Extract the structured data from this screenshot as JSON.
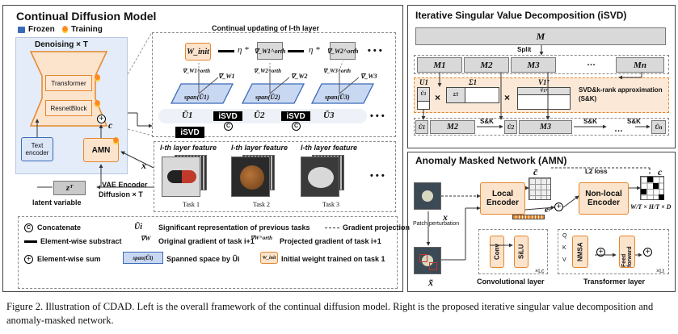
{
  "left": {
    "title": "Continual Diffusion Model",
    "frozen": "Frozen",
    "training": "Training",
    "denoising": "Denoising × T",
    "transformer": "Transformer",
    "resnet": "ResnetBlock",
    "c_label": "c",
    "text_encoder": "Text encoder",
    "amn": "AMN",
    "x_label": "x",
    "zt": "zᵀ",
    "vae": "VAE Encoder",
    "diffusion": "Diffusion × T",
    "latent": "latent variable",
    "continual_title": "Continual updating of l-th layer",
    "w_init": "W_init",
    "eta1": "η *",
    "eta2": "η *",
    "grad_w1": "∇_W1^orth",
    "grad_w2": "∇_W2^orth",
    "grad_raw1": "∇_W1",
    "grad_raw2": "∇_W2",
    "grad_raw3": "∇_W3",
    "grad_o1": "∇_W1^orth",
    "grad_o2": "∇_W2^orth",
    "grad_o3": "∇_W3^orth",
    "span1": "span(Ũ1)",
    "span2": "span(Ũ2)",
    "span3": "span(Ũ3)",
    "u1": "Ũ1",
    "u2": "Ũ2",
    "u3": "Ũ3",
    "isvd": "iSVD",
    "dots": "• • •",
    "feature": "l-th layer feature",
    "task1": "Task 1",
    "task2": "Task 2",
    "task3": "Task 3"
  },
  "legend": {
    "concat": "Concatenate",
    "sig": "Significant representation of previous tasks",
    "gradproj": "Gradient projection",
    "elem_sub": "Element-wise substract",
    "orig_grad": "Original gradient of task i+1",
    "proj_grad": "Projected gradient of task i+1",
    "elem_sum": "Element-wise sum",
    "spanned": "Spanned space by Ũi",
    "init_weight": "Initial weight trained on task 1",
    "u_i": "Ũi",
    "span_i": "span(Ũi)",
    "nabla_w": "∇W",
    "nabla_worth": "∇W^orth",
    "w_init": "W_init"
  },
  "isvd": {
    "title": "Iterative Singular Value Decomposition (iSVD)",
    "M": "M",
    "split": "Split",
    "m1": "M1",
    "m2": "M2",
    "m3": "M3",
    "mn": "Mn",
    "dots": "…",
    "u1": "U1",
    "sigma1": "Σ1",
    "v1t": "V1ᵀ",
    "u1t": "Ũ1",
    "s1t": "Σ̃1",
    "v1tt": "Ṽ1ᵀ",
    "sk_title": "SVD&k-rank approximation (S&K)",
    "row_u1": "Ũ1",
    "row_m2": "M2",
    "row_u2": "Ũ2",
    "row_m3": "M3",
    "row_un": "Ũn",
    "sk": "S&K"
  },
  "amn": {
    "title": "Anomaly Masked Network (AMN)",
    "cbar": "c̄",
    "l2": "L2 loss",
    "c": "c",
    "local": "Local Encoder",
    "nonlocal": "Non-local Encoder",
    "ep": "eᵖ",
    "x": "x",
    "xt": "x̃",
    "patch": "Patch perturbation",
    "conv": "Conv",
    "silu": "SiLU",
    "nmsa": "NMSA",
    "ffn": "Feed forward",
    "q": "Q",
    "k": "K",
    "v": "V",
    "lc": "×Lc",
    "lt": "×Lt",
    "conv_layer": "Convolutional layer",
    "trans_layer": "Transformer layer",
    "dims": "W/T × H/T × D"
  },
  "caption": "Figure 2. Illustration of CDAD. Left is the overall framework of the continual diffusion model. Right is the proposed iterative singular value decomposition and anomaly-masked network."
}
